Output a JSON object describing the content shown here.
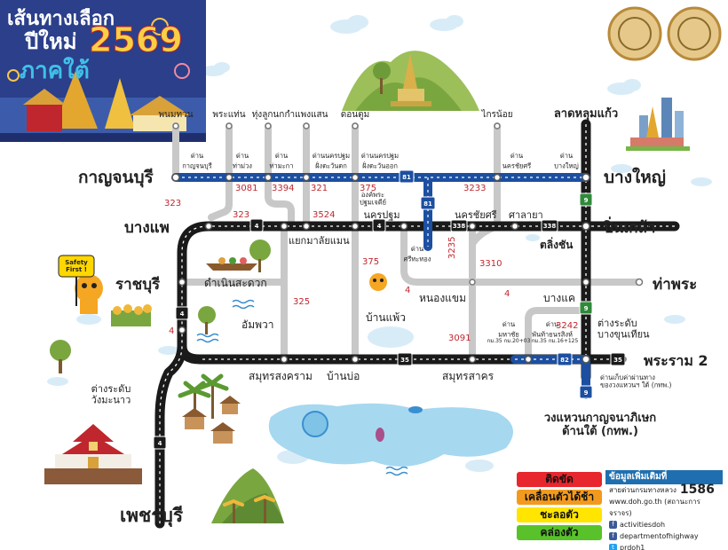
{
  "header": {
    "title_line1": "เส้นทางเลือก",
    "title_line2": "ปีใหม่",
    "title_year": "2569",
    "title_line3": "ภาคใต้"
  },
  "logos": [
    "seal-logo-1",
    "seal-logo-2"
  ],
  "top_places": [
    "พนมทวน",
    "พระแท่น",
    "ทุ่งลูกนก",
    "กำแพงแสน",
    "ดอนตูม",
    "ไกรน้อย",
    "ลาดหลุมแก้ว"
  ],
  "checkpoints": {
    "kanchanaburi": "ด่าน\nกาญจนบุรี",
    "tha_muang": "ด่าน\nท่าม่วง",
    "tha_maka": "ด่าน\nท่ามะกา",
    "npt_west": "ด่านนครปฐม\nฝั่งตะวันตก",
    "npt_east": "ด่านนครปฐม\nฝั่งตะวันออก",
    "sri_chai": "ด่าน\nนครชัยศรี",
    "bang_yai": "ด่าน\nบางใหญ่",
    "sri_thong": "ด่าน\nศรีทะทอง",
    "mahachai": "ด่าน\nมหาชัย",
    "mahachai_km": "กม.35 กม.20+03",
    "phan_thai": "ด่าน\nพันท้ายนรสิงห์",
    "phan_thai_km": "กม.35 กม.16+125",
    "toll_plaza": "ด่านเก็บค่าผ่านทาง\nของวงแหวนฯ ใต้ (กทพ.)"
  },
  "cities": {
    "kanchanaburi": "กาญจนบุรี",
    "bang_yai": "บางใหญ่",
    "bang_phae": "บางแพ",
    "pin_klao": "ปิ่นเกล้า",
    "ratchaburi": "ราชบุรี",
    "tha_phra": "ท่าพระ",
    "rama2": "พระราม 2",
    "phetchaburi": "เพชรบุรี",
    "wang_manao": "ต่างระดับ\nวังมะนาว",
    "bang_khun_thian": "ต่างระดับ\nบางขุนเทียน",
    "ring_south": "วงแหวนกาญจนาภิเษก\nด้านใต้ (กทพ.)"
  },
  "towns": {
    "nakhon_pathom": "นครปฐม",
    "nakhon_chaisi": "นครชัยศรี",
    "sala_ya": "ศาลายา",
    "taling_chan": "ตลิ่งชัน",
    "bang_khae": "บางแค",
    "nong_khaem": "หนองแขม",
    "ban_phaeo": "บ้านแพ้ว",
    "damnoen": "ดำเนินสะดวก",
    "amphawa": "อัมพวา",
    "samut_songkhram": "สมุทรสงคราม",
    "ban_bo": "บ้านบ่อ",
    "samut_sakhon": "สมุทรสาคร",
    "yaek": "แยกมาลัยแมน",
    "org_phra": "องค์พระ\nปฐมเจดีย์"
  },
  "route_numbers": {
    "r323a": "323",
    "r323b": "323",
    "r3081": "3081",
    "r3394": "3394",
    "r321": "321",
    "r375a": "375",
    "r3233": "3233",
    "r3524": "3524",
    "r3235": "3235",
    "r3310": "3310",
    "r375b": "375",
    "r325": "325",
    "r3091": "3091",
    "r3242": "3242",
    "r4a": "4",
    "r4b": "4",
    "r4c": "4"
  },
  "shields": {
    "s81a": "81",
    "s81b": "81",
    "s4a": "4",
    "s4b": "4",
    "s338a": "338",
    "s338b": "338",
    "s9a": "9",
    "s9b": "9",
    "s9c": "9",
    "s4c": "4",
    "s4d": "4",
    "s35a": "35",
    "s35b": "35",
    "s82": "82"
  },
  "mascot_sign": "Safety\nFirst !",
  "legend": [
    {
      "label": "ติดขัด",
      "color": "#e8262d"
    },
    {
      "label": "เคลื่อนตัวได้ช้า",
      "color": "#f39a1e"
    },
    {
      "label": "ชะลอตัว",
      "color": "#ffe500"
    },
    {
      "label": "คล่องตัว",
      "color": "#59c22a"
    }
  ],
  "info": {
    "heading": "ข้อมูลเพิ่มเติมที่",
    "hotline_label": "สายด่วนกรมทางหลวง",
    "hotline_number": "1586",
    "website": "www.doh.go.th (สถานะการจราจร)",
    "facebook1": "activitiesdoh",
    "facebook2": "departmentofhighway",
    "twitter": "prdoh1"
  },
  "colors": {
    "road_black": "#1a1a1a",
    "road_blue": "#1c4fa0",
    "road_gray": "#c8c8c8",
    "route_num": "#c0262d"
  }
}
